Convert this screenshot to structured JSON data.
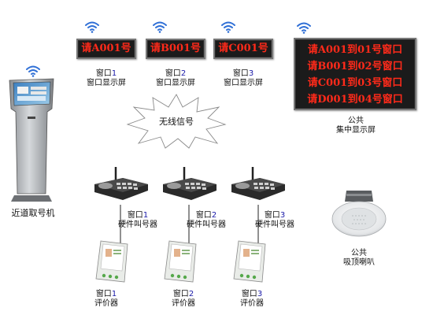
{
  "kiosk": {
    "label": "近道取号机"
  },
  "window_displays": [
    {
      "text": "请A001号",
      "label_prefix": "窗口",
      "label_num": "1",
      "label_suffix": "窗口显示屏"
    },
    {
      "text": "请B001号",
      "label_prefix": "窗口",
      "label_num": "2",
      "label_suffix": "窗口显示屏"
    },
    {
      "text": "请C001号",
      "label_prefix": "窗口",
      "label_num": "3",
      "label_suffix": "窗口显示屏"
    }
  ],
  "central_display": {
    "lines": [
      "请A001到01号窗口",
      "请B001到02号窗口",
      "请C001到03号窗口",
      "请D001到04号窗口"
    ],
    "label_top": "公共",
    "label_bottom": "集中显示屏"
  },
  "wireless_signal": {
    "label": "无线信号"
  },
  "callers": [
    {
      "label_prefix": "窗口",
      "label_num": "1",
      "label_suffix": "硬件叫号器"
    },
    {
      "label_prefix": "窗口",
      "label_num": "2",
      "label_suffix": "硬件叫号器"
    },
    {
      "label_prefix": "窗口",
      "label_num": "3",
      "label_suffix": "硬件叫号器"
    }
  ],
  "evaluators": [
    {
      "label_prefix": "窗口",
      "label_num": "1",
      "label_suffix": "评价器"
    },
    {
      "label_prefix": "窗口",
      "label_num": "2",
      "label_suffix": "评价器"
    },
    {
      "label_prefix": "窗口",
      "label_num": "3",
      "label_suffix": "评价器"
    }
  ],
  "speaker": {
    "label_top": "公共",
    "label_bottom": "吸顶喇叭"
  },
  "colors": {
    "led_text": "#ff2a1a",
    "led_bg": "#1b1b1b",
    "wifi": "#2f6fd6",
    "label_number": "#1a1aa8"
  }
}
